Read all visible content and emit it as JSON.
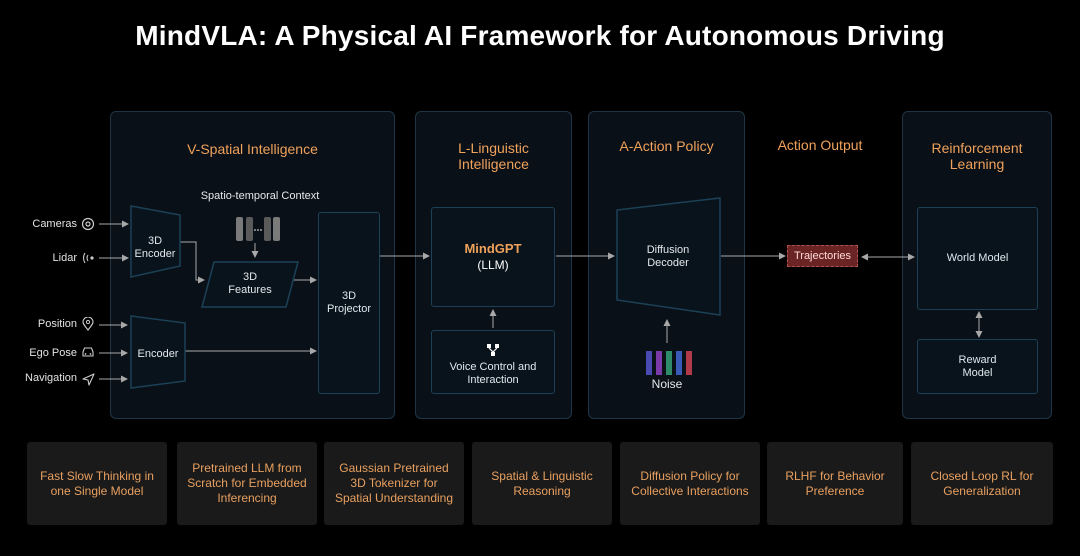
{
  "title": "MindVLA: A Physical AI Framework for Autonomous Driving",
  "inputs": [
    "Cameras",
    "Lidar",
    "Position",
    "Ego Pose",
    "Navigation"
  ],
  "panels": {
    "vision": {
      "title": "V-Spatial Intelligence",
      "encoder3d": "3D Encoder",
      "context": "Spatio-temporal Context",
      "features": "3D Features",
      "projector": "3D Projector",
      "encoder": "Encoder"
    },
    "language": {
      "title": "L-Linguistic Intelligence",
      "mindgpt": "MindGPT",
      "llm": "(LLM)",
      "voice": "Voice Control and Interaction"
    },
    "action": {
      "title": "A-Action Policy",
      "decoder": "Diffusion Decoder",
      "noise": "Noise"
    },
    "output": {
      "title": "Action Output",
      "trajectories": "Trajectories"
    },
    "rl": {
      "title": "Reinforcement Learning",
      "world_model": "World Model",
      "reward_model": "Reward Model"
    }
  },
  "features": [
    "Fast Slow Thinking in one Single Model",
    "Pretrained LLM from Scratch for Embedded Inferencing",
    "Gaussian Pretrained 3D Tokenizer for Spatial Understanding",
    "Spatial & Linguistic Reasoning",
    "Diffusion Policy for Collective Interactions",
    "RLHF for Behavior Preference",
    "Closed Loop RL for Generalization"
  ],
  "colors": {
    "accent": "#f0a25a",
    "panel_border": "#1f3546",
    "box_border": "#1c4156",
    "trajectories_bg": "#6b2424",
    "noise_bars": [
      "#4a4bb0",
      "#7a3aa8",
      "#2f8a6a",
      "#3a5ab8",
      "#b03a4a"
    ]
  }
}
